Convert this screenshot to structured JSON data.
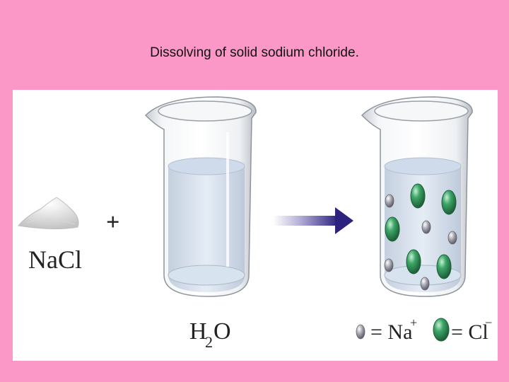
{
  "title": "Dissolving of solid sodium chloride.",
  "labels": {
    "solute": "NaCl",
    "plus": "+",
    "water_main": "H",
    "water_sub": "2",
    "water_tail": "O"
  },
  "legend": {
    "na": {
      "text": "= Na",
      "sup": "+"
    },
    "cl": {
      "text": "= Cl",
      "sup": "−"
    }
  },
  "colors": {
    "background": "#fb98c8",
    "panel": "#ffffff",
    "arrow": "#3a2f8f",
    "chloride_ion": "#2e8a55",
    "sodium_ion": "#9a9aa6"
  }
}
